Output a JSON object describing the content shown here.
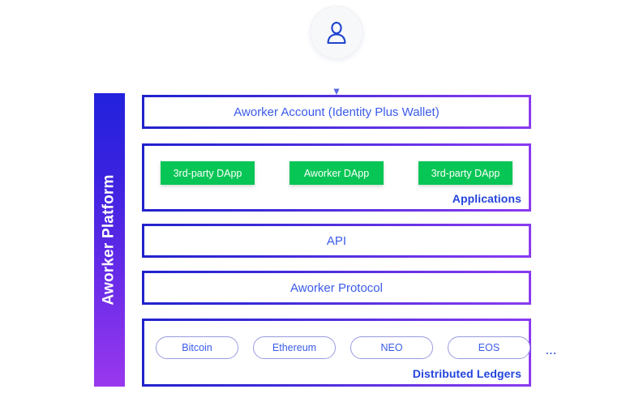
{
  "diagram": {
    "user_icon": "user-person-icon",
    "flow_arrow": "down-arrow-icon",
    "platform_band_label": "Aworker Platform",
    "layers": [
      {
        "id": "account",
        "label": "Aworker Account (Identity Plus Wallet)"
      },
      {
        "id": "applications",
        "section_name": "Applications"
      },
      {
        "id": "api",
        "label": "API"
      },
      {
        "id": "protocol",
        "label": "Aworker Protocol"
      },
      {
        "id": "ledgers",
        "section_name": "Distributed Ledgers"
      }
    ],
    "dapps": [
      {
        "label": "3rd-party DApp"
      },
      {
        "label": "Aworker DApp"
      },
      {
        "label": "3rd-party DApp"
      }
    ],
    "ledgers": [
      {
        "label": "Bitcoin"
      },
      {
        "label": "Ethereum"
      },
      {
        "label": "NEO"
      },
      {
        "label": "EOS"
      }
    ],
    "ledgers_more": "...",
    "colors": {
      "band_top": "#2222dc",
      "band_bottom": "#9a38ee",
      "border_left": "#2222cc",
      "border_right": "#8a3bf0",
      "layer_text": "#3a5be8",
      "section_name": "#2444dd",
      "dapp_green": "#08c655",
      "pill_border": "#9a9ade",
      "avatar_bg": "#f7f8fa",
      "page_bg": "#ffffff"
    }
  }
}
